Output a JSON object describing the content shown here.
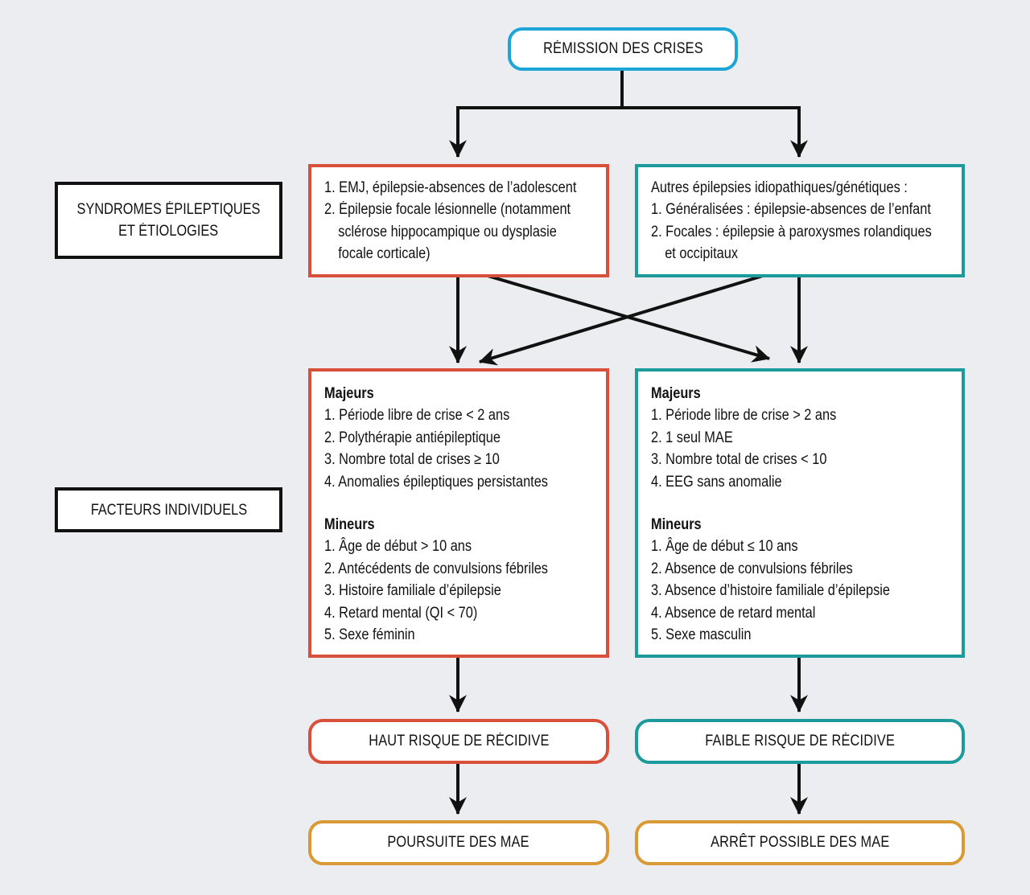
{
  "colors": {
    "top": "#1ea5d8",
    "high": "#d9503a",
    "low": "#1d9a9c",
    "mae": "#d99a35",
    "arrow": "#111111"
  },
  "top_box": "RÉMISSION DES CRISES",
  "labels": {
    "syndromes": [
      "SYNDROMES ÉPILEPTIQUES",
      "ET ÉTIOLOGIES"
    ],
    "factors": "FACTEURS INDIVIDUELS"
  },
  "syndromes_left": [
    "1. EMJ, épilepsie-absences de l’adolescent",
    "2. Épilepsie focale lésionnelle (notamment",
    "sclérose hippocampique ou dysplasie",
    "focale corticale)"
  ],
  "syndromes_right": [
    "Autres épilepsies idiopathiques/génétiques :",
    "1. Généralisées : épilepsie-absences de l’enfant",
    "2. Focales : épilepsie à paroxysmes rolandiques",
    "et occipitaux"
  ],
  "factors_left": {
    "major_title": "Majeurs",
    "major": [
      "1. Période libre de crise < 2 ans",
      "2. Polythérapie antiépileptique",
      "3. Nombre total de crises ≥ 10",
      "4. Anomalies épileptiques persistantes"
    ],
    "minor_title": "Mineurs",
    "minor": [
      "1. Âge de début > 10 ans",
      "2. Antécédents de convulsions fébriles",
      "3. Histoire familiale d’épilepsie",
      "4. Retard mental (QI < 70)",
      "5. Sexe féminin"
    ]
  },
  "factors_right": {
    "major_title": "Majeurs",
    "major": [
      "1. Période libre de crise > 2 ans",
      "2. 1 seul MAE",
      "3. Nombre total de crises < 10",
      "4. EEG sans anomalie"
    ],
    "minor_title": "Mineurs",
    "minor": [
      "1. Âge de début ≤ 10 ans",
      "2. Absence de convulsions fébriles",
      "3. Absence d’histoire familiale d’épilepsie",
      "4. Absence de retard mental",
      "5. Sexe masculin"
    ]
  },
  "risk_high": "HAUT RISQUE DE RÉCIDIVE",
  "risk_low": "FAIBLE RISQUE DE RÉCIDIVE",
  "mae_continue": "POURSUITE DES MAE",
  "mae_stop": "ARRÊT POSSIBLE DES MAE"
}
